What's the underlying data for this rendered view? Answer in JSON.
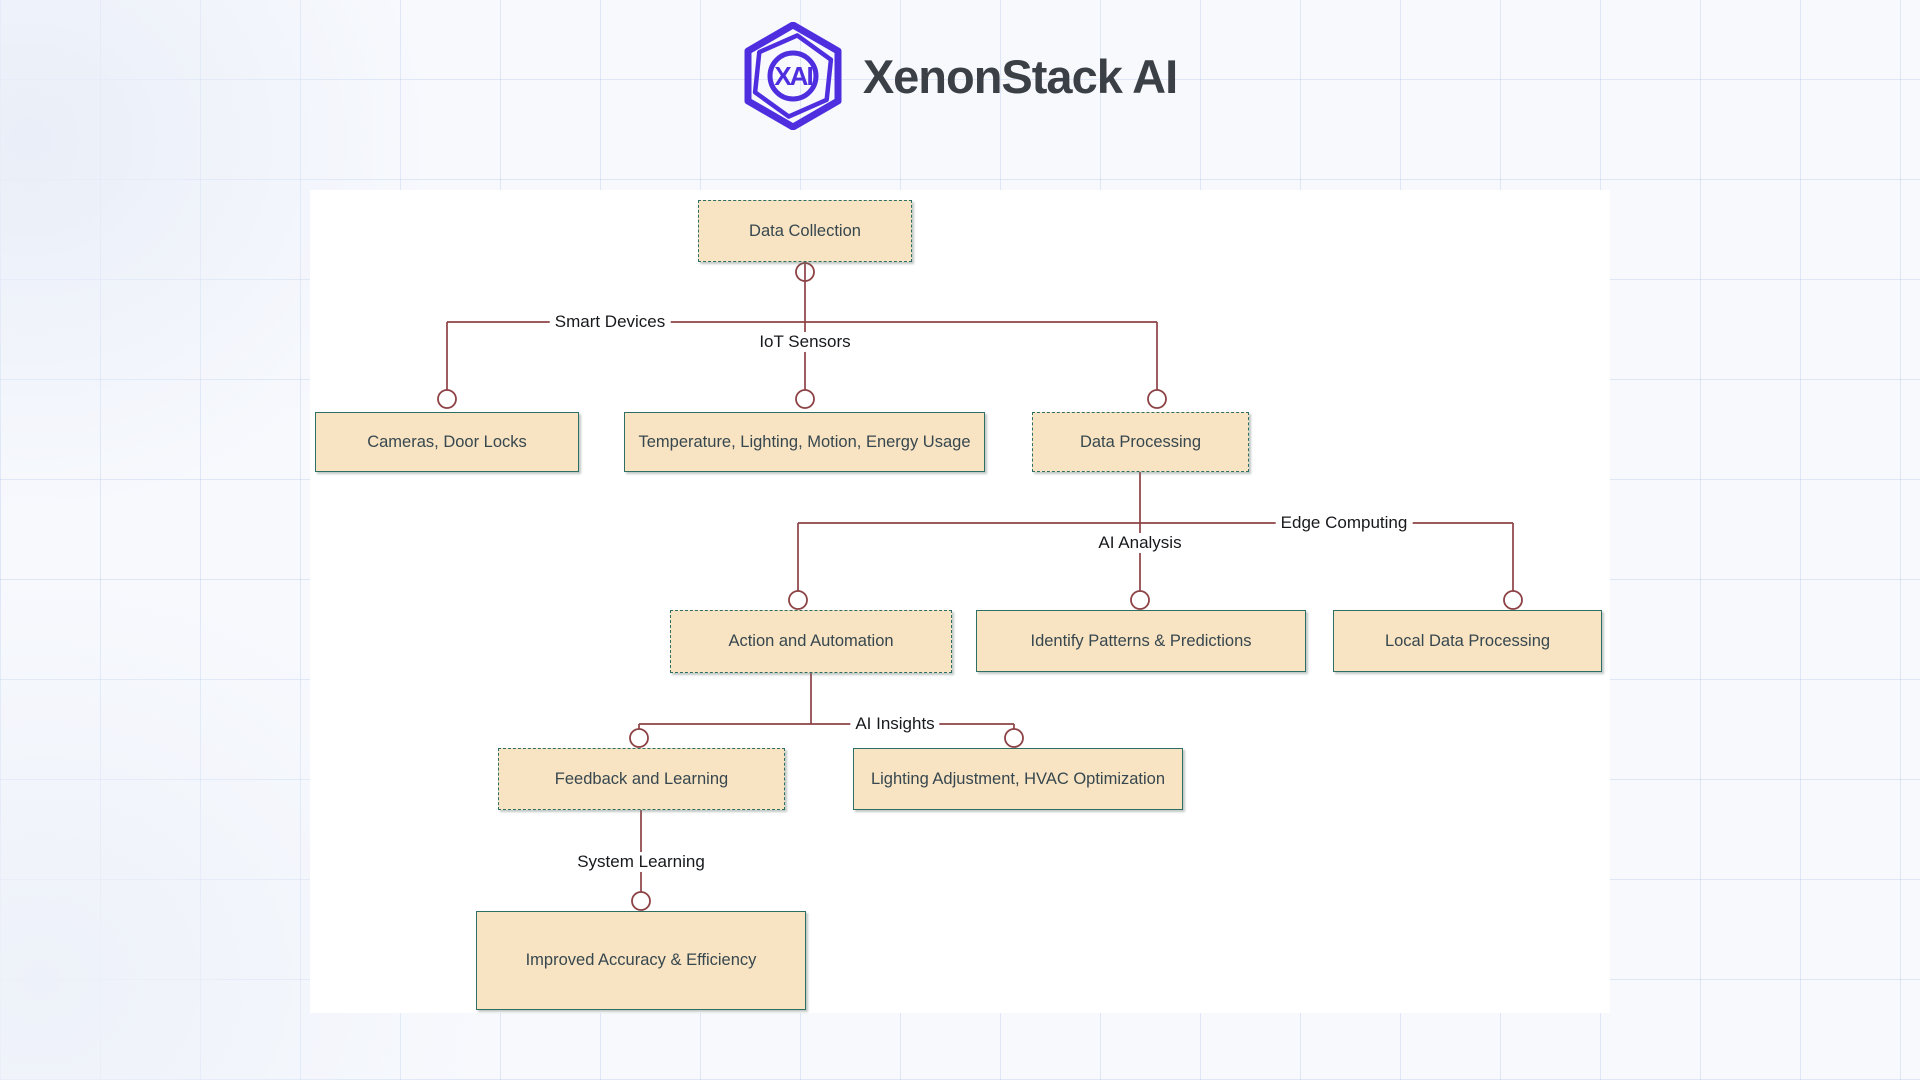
{
  "header": {
    "brand": "XenonStack AI",
    "logo_monogram": "XAI"
  },
  "colors": {
    "brand_purple": "#4f2ee0",
    "page_bg": "#f7f9fd",
    "canvas_bg": "#ffffff",
    "node_fill": "#f8e4c2",
    "node_border": "#2e6f63",
    "node_text": "#37474f",
    "connector": "#8d4245",
    "label_text": "#17191c",
    "title_text": "#3b3f46"
  },
  "diagram": {
    "nodes": {
      "data_collection": {
        "label": "Data Collection",
        "border": "dashed"
      },
      "cameras": {
        "label": "Cameras, Door Locks",
        "border": "solid"
      },
      "temperature": {
        "label": "Temperature, Lighting, Motion, Energy Usage",
        "border": "solid"
      },
      "data_processing": {
        "label": "Data Processing",
        "border": "dashed"
      },
      "action": {
        "label": "Action and Automation",
        "border": "dashed"
      },
      "identify": {
        "label": "Identify Patterns & Predictions",
        "border": "solid"
      },
      "local": {
        "label": "Local Data Processing",
        "border": "solid"
      },
      "feedback": {
        "label": "Feedback and Learning",
        "border": "dashed"
      },
      "lighting": {
        "label": "Lighting Adjustment, HVAC Optimization",
        "border": "solid"
      },
      "improved": {
        "label": "Improved Accuracy & Efficiency",
        "border": "solid"
      }
    },
    "edge_labels": {
      "smart_devices": "Smart Devices",
      "iot_sensors": "IoT Sensors",
      "edge_computing": "Edge Computing",
      "ai_analysis": "AI Analysis",
      "ai_insights": "AI Insights",
      "system_learning": "System Learning"
    }
  }
}
